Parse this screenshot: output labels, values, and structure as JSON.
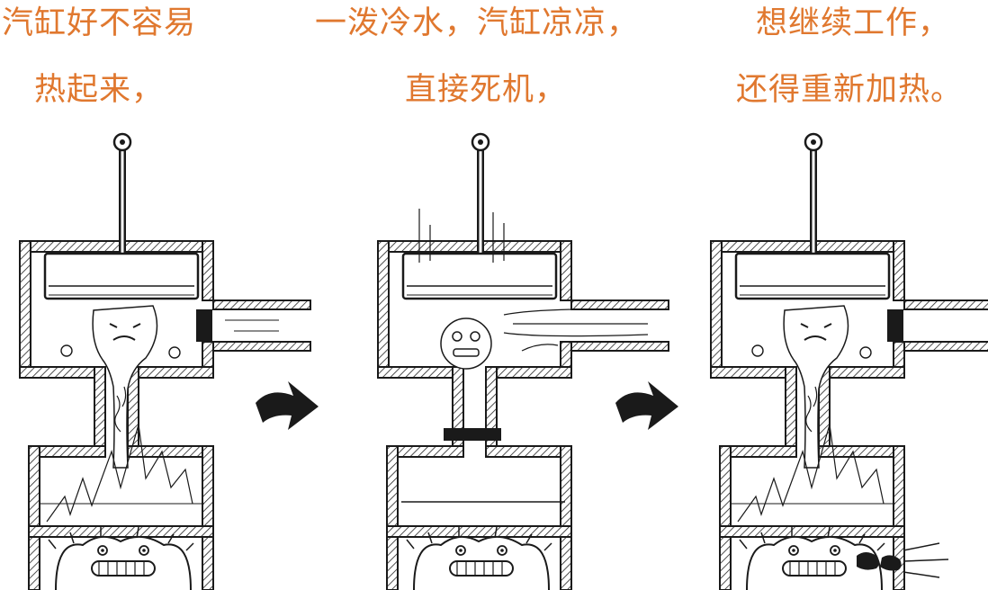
{
  "colors": {
    "caption": "#e0782f",
    "ink": "#1a1a1a"
  },
  "panels": [
    {
      "caption_line1": "汽缸好不容易",
      "caption_line2": "热起来，"
    },
    {
      "caption_line1": "一泼冷水，汽缸凉凉，",
      "caption_line2": "直接死机，"
    },
    {
      "caption_line1": "想继续工作，",
      "caption_line2": "还得重新加热。"
    }
  ],
  "icons": [
    "arrow-right-icon",
    "arrow-right-icon"
  ]
}
